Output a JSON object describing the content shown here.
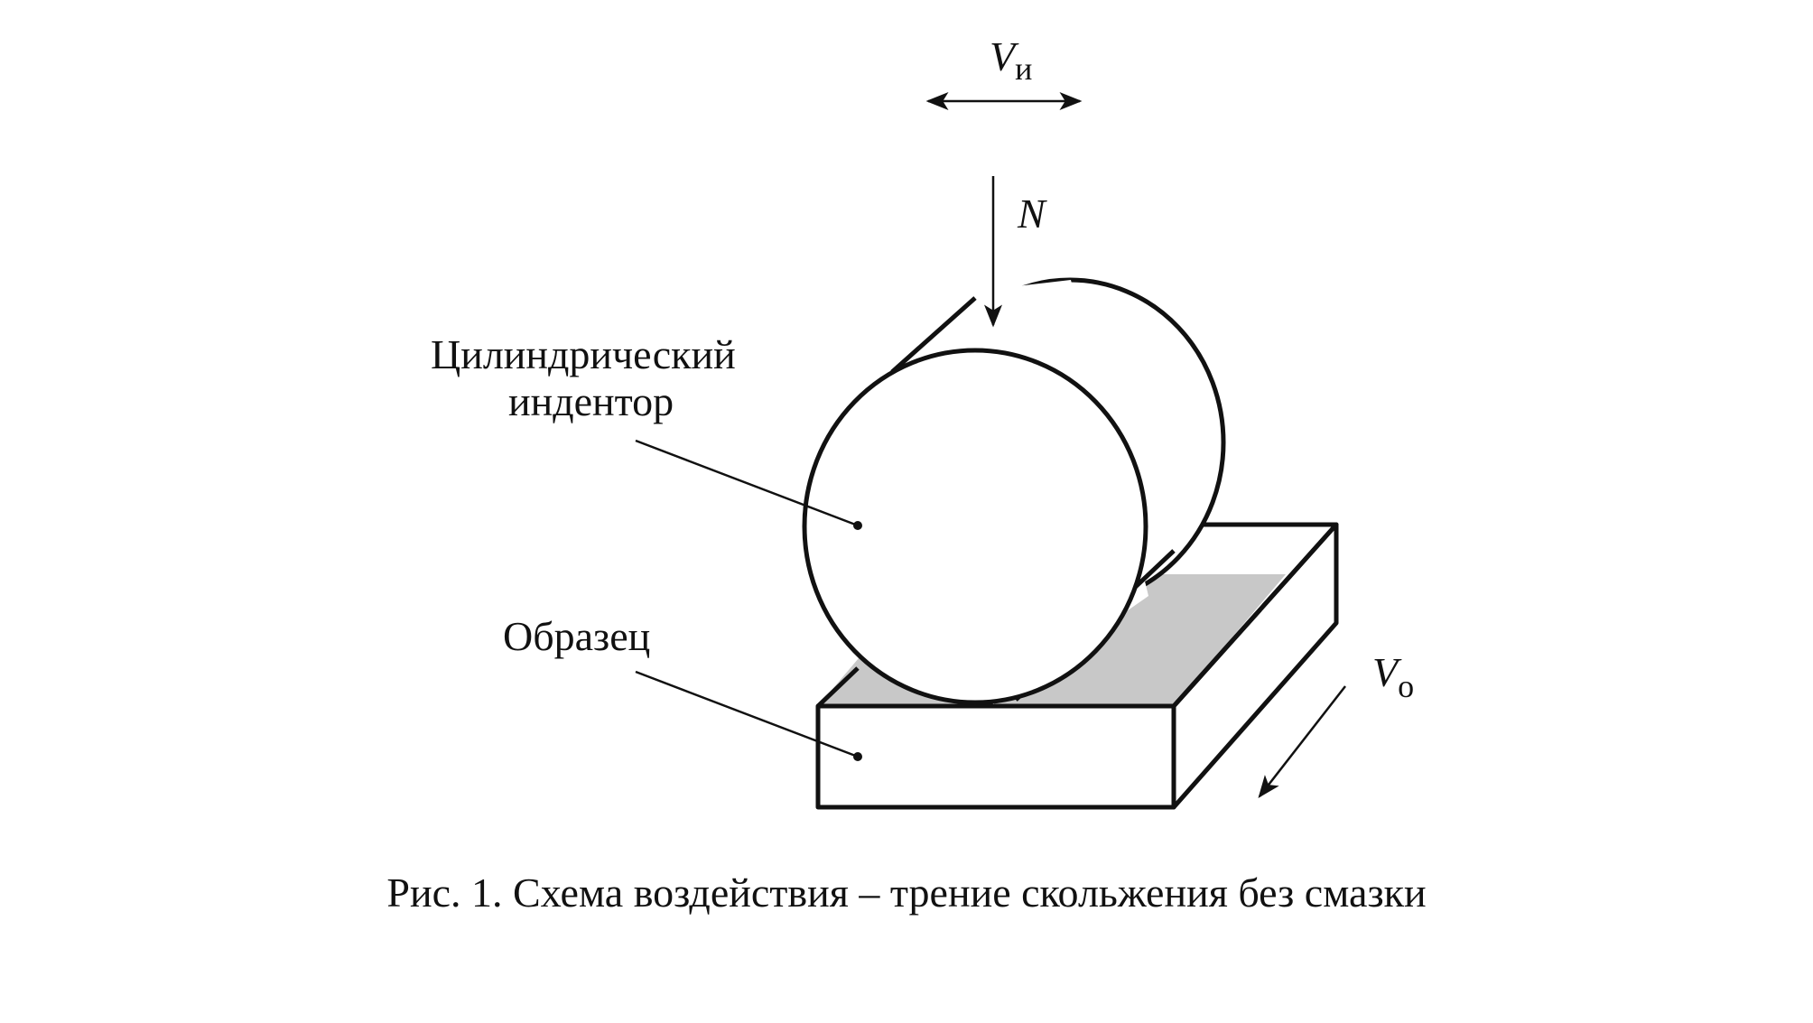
{
  "labels": {
    "indenter_line1": "Цилиндрический",
    "indenter_line2": "индентор",
    "sample": "Образец",
    "force": "N",
    "indenter_velocity_symbol": "V",
    "indenter_velocity_subscript": "и",
    "sample_velocity_symbol": "V",
    "sample_velocity_subscript": "о"
  },
  "caption": "Рис. 1. Схема воздействия – трение скольжения без смазки",
  "colors": {
    "line": "#111111",
    "shaded_face": "#c8c8c8",
    "background": "#ffffff"
  }
}
